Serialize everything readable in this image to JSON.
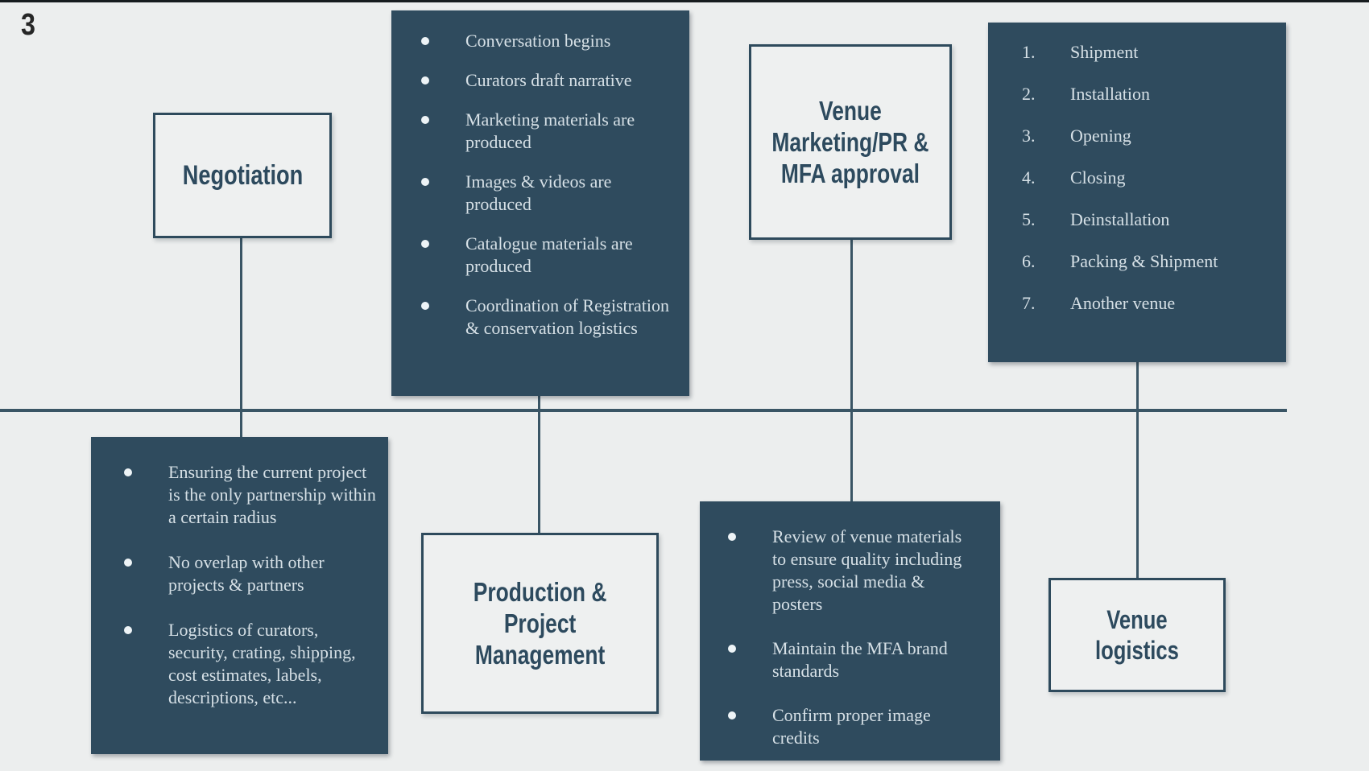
{
  "slide": {
    "number": "3"
  },
  "colors": {
    "background": "#eceeee",
    "dark_box": "#2f4b5e",
    "light_text": "#d6e0e6",
    "heading_text": "#2d4a5e",
    "line": "#3a5565"
  },
  "boxes": {
    "negotiation": {
      "lines": [
        "Negotiation"
      ]
    },
    "production_tasks": {
      "items": [
        "Conversation begins",
        "Curators draft narrative",
        "Marketing materials are produced",
        "Images & videos are produced",
        "Catalogue materials are produced",
        "Coordination of Registration & conservation logistics"
      ]
    },
    "venue_marketing": {
      "lines": [
        "Venue",
        "Marketing/PR &",
        "MFA approval"
      ]
    },
    "venue_steps": {
      "items": [
        {
          "num": "1.",
          "label": "Shipment"
        },
        {
          "num": "2.",
          "label": "Installation"
        },
        {
          "num": "3.",
          "label": "Opening"
        },
        {
          "num": "4.",
          "label": "Closing"
        },
        {
          "num": "5.",
          "label": "Deinstallation"
        },
        {
          "num": "6.",
          "label": "Packing & Shipment"
        },
        {
          "num": "7.",
          "label": "Another venue"
        }
      ]
    },
    "negotiation_details": {
      "items": [
        "Ensuring the current project is the only partnership within a certain radius",
        "No overlap with other projects & partners",
        "Logistics of curators, security, crating, shipping, cost estimates, labels, descriptions, etc..."
      ]
    },
    "production": {
      "lines": [
        "Production &",
        "Project",
        "Management"
      ]
    },
    "approval_details": {
      "items": [
        "Review of venue materials to ensure quality including press, social media & posters",
        "Maintain the MFA brand standards",
        "Confirm proper image credits"
      ]
    },
    "venue_logistics": {
      "lines": [
        "Venue",
        "logistics"
      ]
    }
  }
}
